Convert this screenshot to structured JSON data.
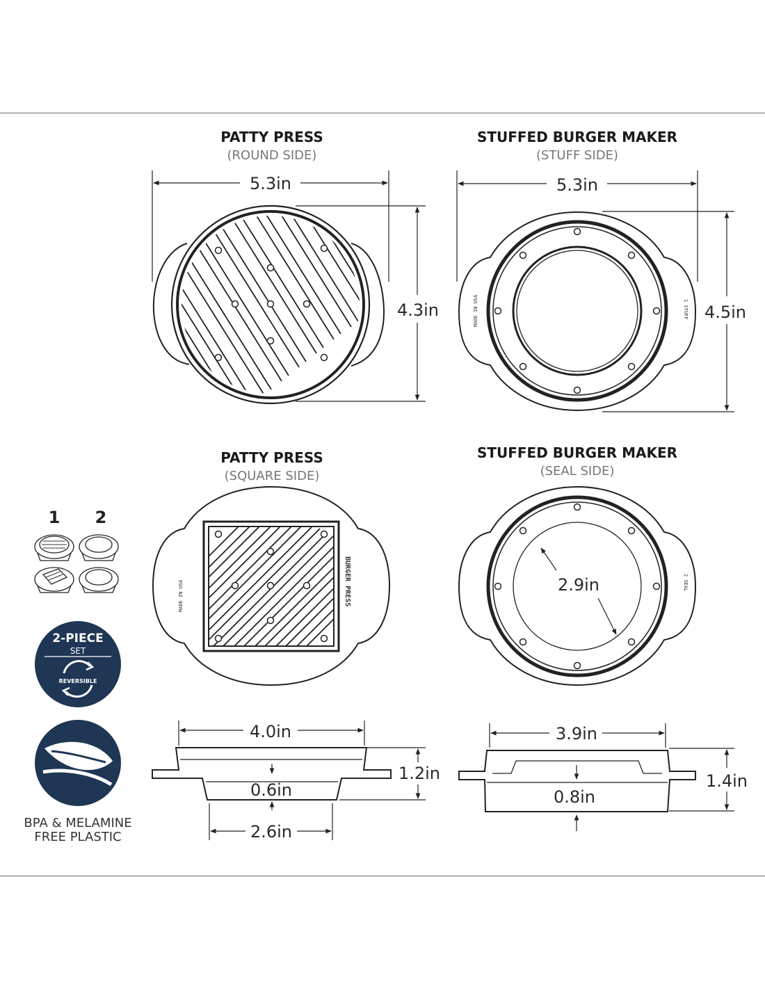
{
  "panels": {
    "round": {
      "title": "PATTY PRESS",
      "subtitle": "(ROUND SIDE)",
      "width": "5.3in",
      "height": "4.3in"
    },
    "stuff": {
      "title": "STUFFED BURGER MAKER",
      "subtitle": "(STUFF SIDE)",
      "width": "5.3in",
      "height": "4.5in",
      "mold_label": "1 STUFF"
    },
    "square": {
      "title": "PATTY PRESS",
      "subtitle": "(SQUARE SIDE)",
      "mold_right": "BURGER PRESS",
      "mold_left": "MADE IN USA"
    },
    "seal": {
      "title": "STUFFED BURGER MAKER",
      "subtitle": "(SEAL SIDE)",
      "diameter": "2.9in",
      "mold_label": "2 SEAL"
    }
  },
  "profiles": {
    "press": {
      "top_width": "4.0in",
      "height": "1.2in",
      "depth": "0.6in",
      "bottom_width": "2.6in"
    },
    "maker": {
      "top_width": "3.9in",
      "height": "1.4in",
      "depth": "0.8in"
    }
  },
  "sidebar": {
    "step_labels": [
      "1",
      "2"
    ],
    "badge": {
      "line1": "2-PIECE",
      "line2": "SET",
      "line3": "REVERSIBLE",
      "color": "#1f3654"
    },
    "leaf_badge": {
      "color": "#1f3654"
    },
    "caption_line1": "BPA & MELAMINE",
    "caption_line2": "FREE PLASTIC"
  },
  "icons": [
    "reversible-arrows-icon",
    "leaf-icon"
  ]
}
